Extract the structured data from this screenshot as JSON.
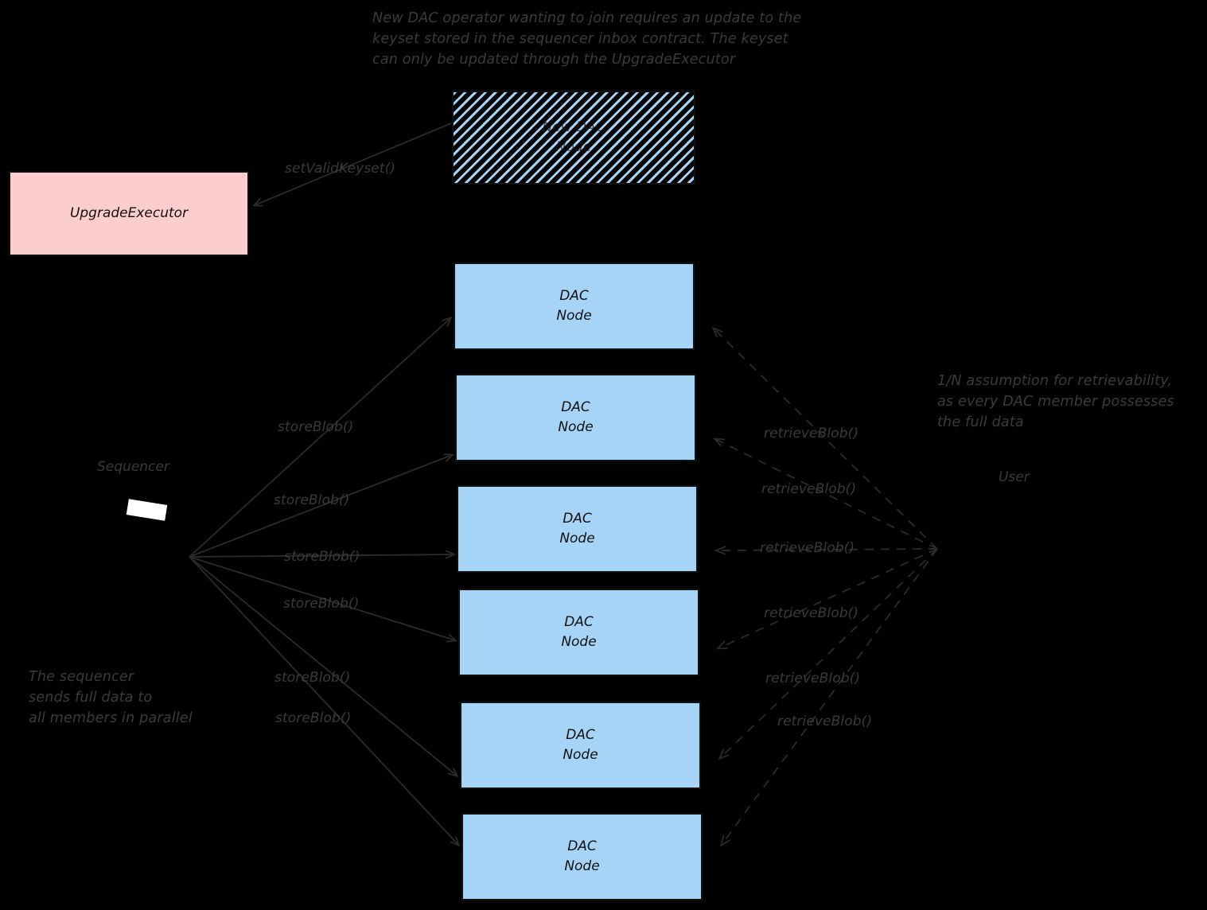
{
  "diagram": {
    "title_annotation": "New DAC operator wanting to join requires an update to the\nkeyset stored in the sequencer inbox contract. The keyset\ncan only be updated through the UpgradeExecutor",
    "background_color": "#000000",
    "node_fill_color": "#a6d4f7",
    "executor_fill_color": "#fccdcd",
    "stroke_color": "#111111",
    "label_color": "#3a3a3a"
  },
  "notes": {
    "top": "New DAC operator wanting to join requires an update to the\nkeyset stored in the sequencer inbox contract. The keyset\ncan only be updated through the UpgradeExecutor",
    "right": "1/N assumption for retrievability,\nas every DAC member possesses\nthe full data",
    "bottom_left": "The sequencer\nsends full data to\nall members in parallel"
  },
  "actors": {
    "sequencer_label": "Sequencer",
    "user_label": "User"
  },
  "boxes": {
    "new_dac_node": "New DAC\nNode",
    "upgrade_executor": "UpgradeExecutor",
    "dac_nodes": [
      "DAC\nNode",
      "DAC\nNode",
      "DAC\nNode",
      "DAC\nNode",
      "DAC\nNode",
      "DAC\nNode"
    ]
  },
  "edges": {
    "set_valid_keyset": "setValidKeyset()",
    "store_blob": [
      "storeBlob()",
      "storeBlob()",
      "storeBlob()",
      "storeBlob()",
      "storeBlob()",
      "storeBlob()"
    ],
    "retrieve_blob": [
      "retrieveBlob()",
      "retrieveBlob()",
      "retrieveBlob()",
      "retrieveBlob()",
      "retrieveBlob()",
      "retrieveBlob()"
    ]
  }
}
